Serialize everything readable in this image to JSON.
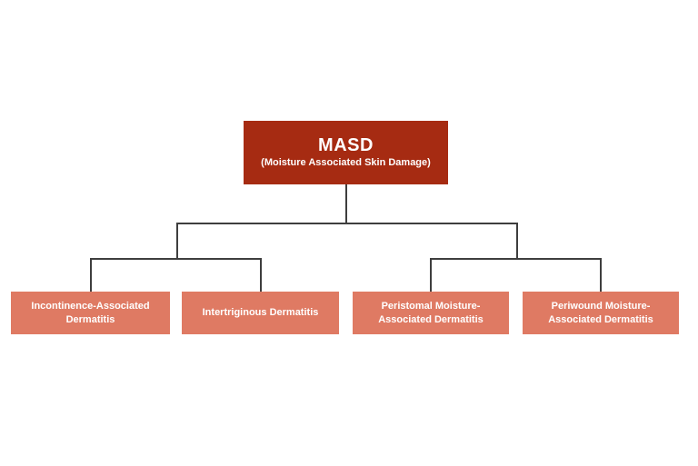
{
  "diagram": {
    "root": {
      "title": "MASD",
      "subtitle": "(Moisture Associated Skin Damage)"
    },
    "children": [
      {
        "label": "Incontinence-Associated Dermatitis"
      },
      {
        "label": "Intertriginous Dermatitis"
      },
      {
        "label": "Peristomal Moisture-Associated Dermatitis"
      },
      {
        "label": "Periwound Moisture-Associated Dermatitis"
      }
    ],
    "colors": {
      "root_fill": "#a62b12",
      "child_fill": "#df7a63",
      "connector": "#3e3e3e",
      "text": "#ffffff",
      "background": "#ffffff"
    }
  }
}
